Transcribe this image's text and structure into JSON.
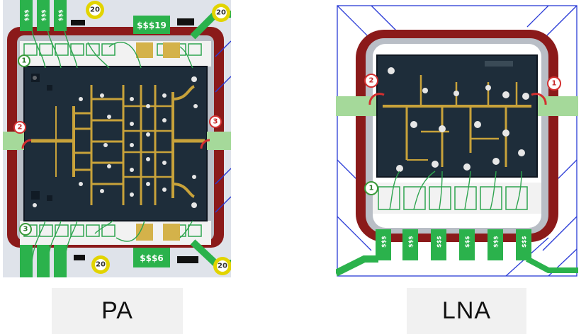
{
  "captions": {
    "pa": "PA",
    "lna": "LNA"
  },
  "pa": {
    "pad_labels": {
      "top": "$$$19",
      "bottom": "$$$6",
      "left": [
        "$$$",
        "$$$",
        "$$$"
      ]
    },
    "via_labels": [
      "20",
      "20",
      "20",
      "20"
    ],
    "markers": [
      "1",
      "2",
      "3",
      "3"
    ]
  },
  "lna": {
    "pad_labels": [
      "$$$",
      "$$$",
      "$$$",
      "$$$",
      "$$$",
      "$$$"
    ],
    "markers": [
      "1",
      "2",
      "1"
    ]
  },
  "colors": {
    "copper_ring": "#8b1a1a",
    "pad_green": "#2bb24c",
    "trace_green": "#a5d99a",
    "die": "#1e2d3a",
    "gold": "#c8a23a",
    "marker_red": "#d32f2f",
    "marker_green": "#3a9a3a",
    "blue_lines": "#2a3bd6"
  }
}
